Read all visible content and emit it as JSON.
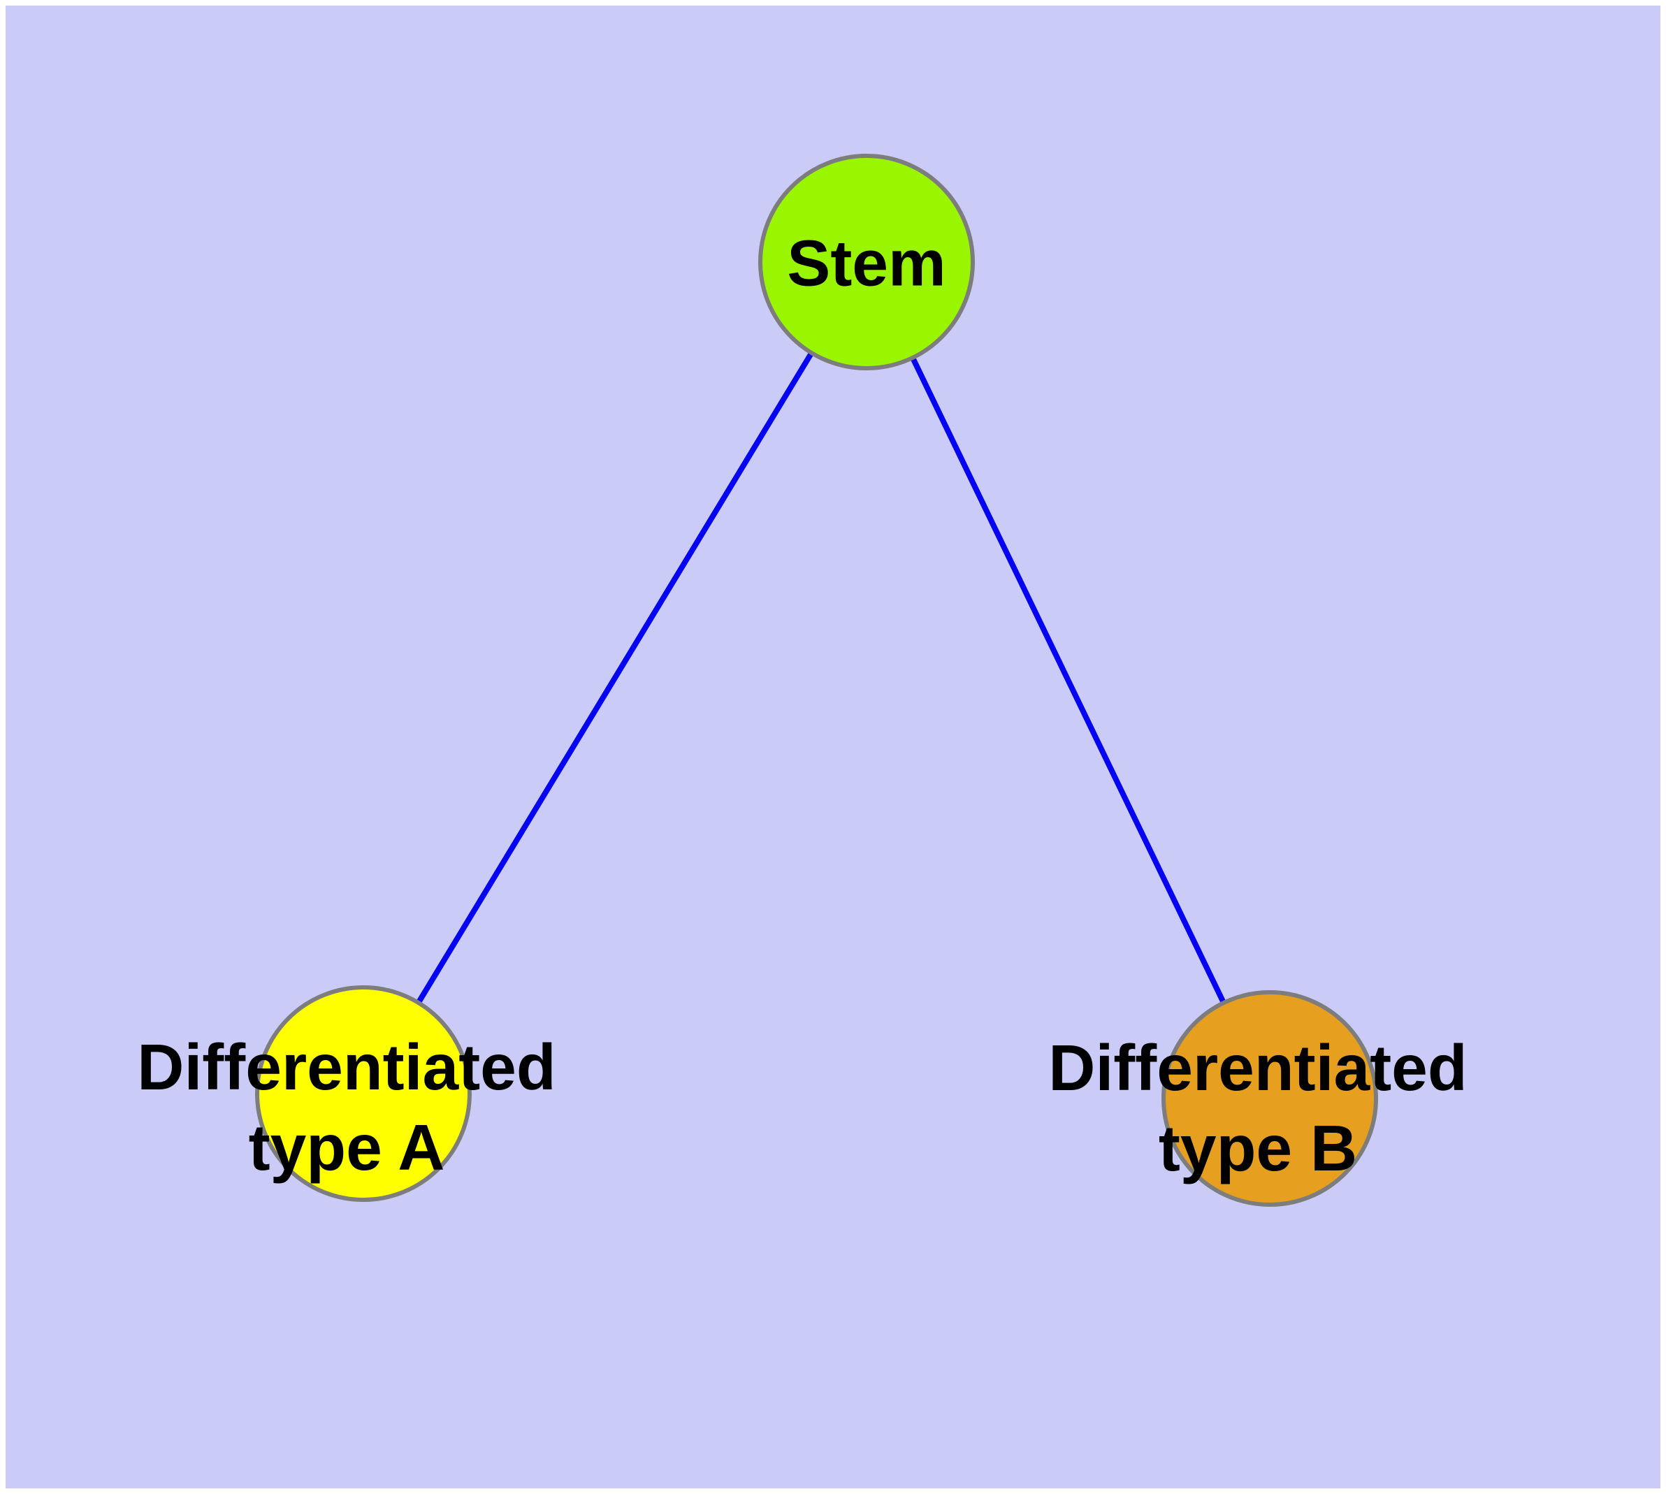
{
  "diagram": {
    "background_color": "#CBCBF8",
    "page_margin_color": "#FFFFFF",
    "edge_color": "#0404F2",
    "node_border_color": "#7D7D7D",
    "label_color": "#000000",
    "nodes": [
      {
        "id": "stem",
        "label": "Stem",
        "lines": [
          "Stem"
        ],
        "fill": "#9AF500"
      },
      {
        "id": "differentiated-type-a",
        "label": "Differentiated type A",
        "lines": [
          "Differentiated",
          "type A"
        ],
        "fill": "#FFFF00"
      },
      {
        "id": "differentiated-type-b",
        "label": "Differentiated type B",
        "lines": [
          "Differentiated",
          "type B"
        ],
        "fill": "#E69F1F"
      }
    ],
    "edges": [
      {
        "from": "Stem",
        "to": "Differentiated type A"
      },
      {
        "from": "Stem",
        "to": "Differentiated type B"
      }
    ]
  }
}
